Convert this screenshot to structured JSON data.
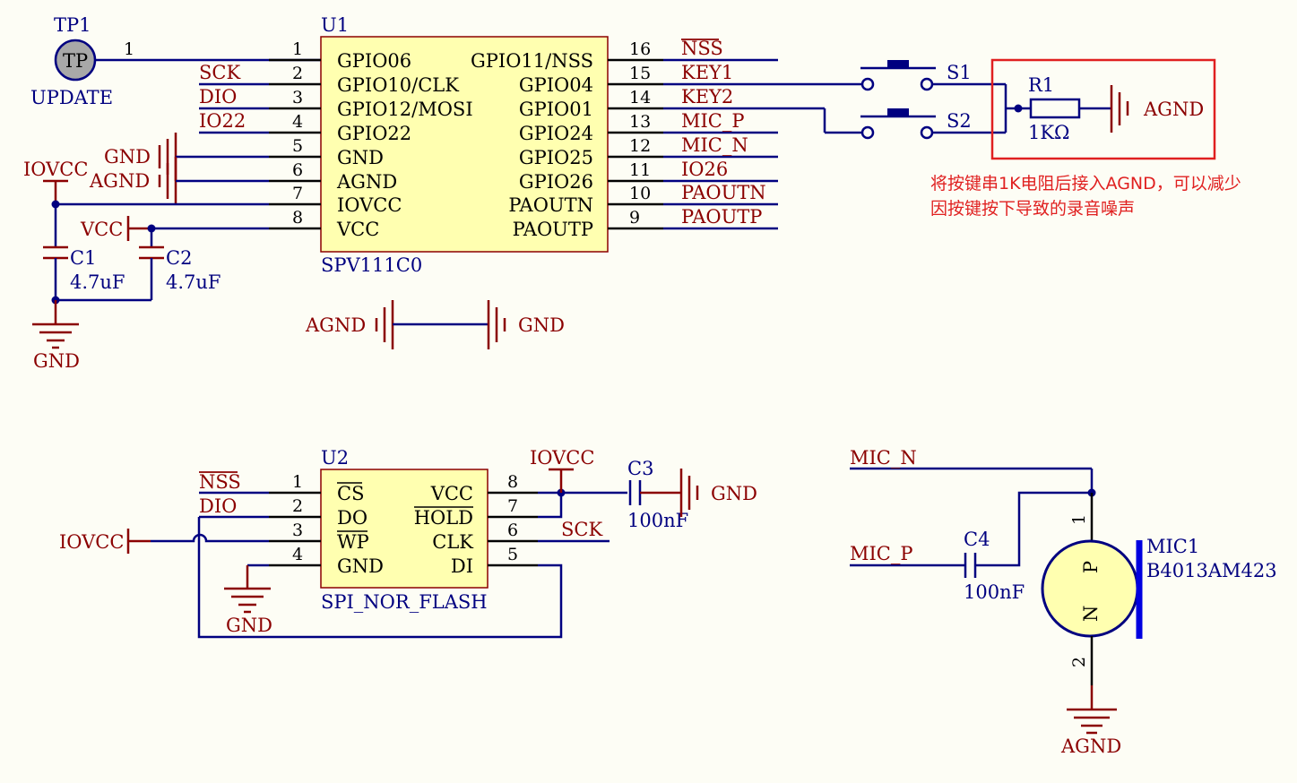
{
  "tp1": {
    "designator": "TP1",
    "label": "TP",
    "name": "UPDATE",
    "pin": "1"
  },
  "u1": {
    "designator": "U1",
    "part": "SPV111C0",
    "left_pins": [
      {
        "num": "1",
        "name": "GPIO06"
      },
      {
        "num": "2",
        "name": "GPIO10/CLK"
      },
      {
        "num": "3",
        "name": "GPIO12/MOSI"
      },
      {
        "num": "4",
        "name": "GPIO22"
      },
      {
        "num": "5",
        "name": "GND"
      },
      {
        "num": "6",
        "name": "AGND"
      },
      {
        "num": "7",
        "name": "IOVCC"
      },
      {
        "num": "8",
        "name": "VCC"
      }
    ],
    "right_pins": [
      {
        "num": "16",
        "name": "GPIO11/NSS"
      },
      {
        "num": "15",
        "name": "GPIO04"
      },
      {
        "num": "14",
        "name": "GPIO01"
      },
      {
        "num": "13",
        "name": "GPIO24"
      },
      {
        "num": "12",
        "name": "GPIO25"
      },
      {
        "num": "11",
        "name": "GPIO26"
      },
      {
        "num": "10",
        "name": "PAOUTN"
      },
      {
        "num": "9",
        "name": "PAOUTP"
      }
    ],
    "left_nets": [
      "SCK",
      "DIO",
      "IO22"
    ],
    "right_nets": [
      "NSS",
      "KEY1",
      "KEY2",
      "MIC_P",
      "MIC_N",
      "IO26",
      "PAOUTN",
      "PAOUTP"
    ]
  },
  "power": {
    "gnd": "GND",
    "agnd": "AGND",
    "iovcc": "IOVCC",
    "vcc": "VCC"
  },
  "caps": {
    "c1": {
      "designator": "C1",
      "value": "4.7uF"
    },
    "c2": {
      "designator": "C2",
      "value": "4.7uF"
    },
    "c3": {
      "designator": "C3",
      "value": "100nF"
    },
    "c4": {
      "designator": "C4",
      "value": "100nF"
    }
  },
  "switches": {
    "s1": "S1",
    "s2": "S2"
  },
  "r1": {
    "designator": "R1",
    "value": "1KΩ"
  },
  "note": {
    "line1": "将按键串1K电阻后接入AGND，可以减少",
    "line2": "因按键按下导致的录音噪声",
    "color": "#e02020"
  },
  "u2": {
    "designator": "U2",
    "part": "SPI_NOR_FLASH",
    "left_pins": [
      {
        "num": "1",
        "name": "CS"
      },
      {
        "num": "2",
        "name": "DO"
      },
      {
        "num": "3",
        "name": "WP"
      },
      {
        "num": "4",
        "name": "GND"
      }
    ],
    "right_pins": [
      {
        "num": "8",
        "name": "VCC"
      },
      {
        "num": "7",
        "name": "HOLD"
      },
      {
        "num": "6",
        "name": "CLK"
      },
      {
        "num": "5",
        "name": "DI"
      }
    ],
    "nets": {
      "nss": "NSS",
      "dio": "DIO",
      "sck": "SCK"
    }
  },
  "mic1": {
    "designator": "MIC1",
    "part": "B4013AM423",
    "pin1": "1",
    "pin2": "2",
    "p": "P",
    "n": "N",
    "net_n": "MIC_N",
    "net_p": "MIC_P"
  },
  "colors": {
    "wire": "#000080",
    "power": "#8b0000",
    "chip_fill": "#ffffb0",
    "background": "#fdfdf5"
  }
}
